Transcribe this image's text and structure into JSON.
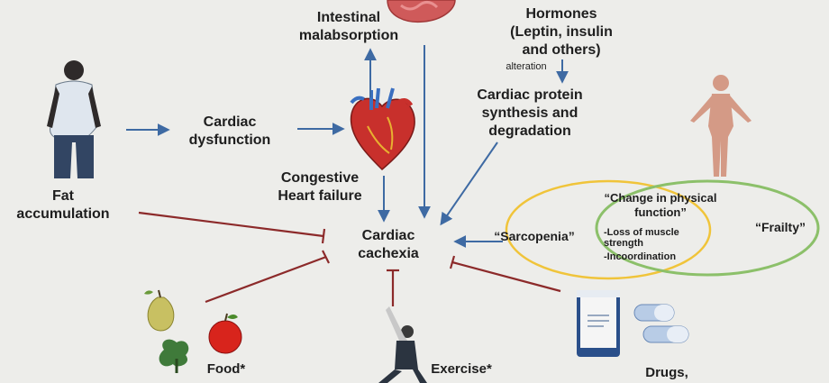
{
  "labels": {
    "intestinal": "Intestinal\nmalabsorption",
    "hormones": "Hormones\n(Leptin, insulin\nand others)",
    "alteration": "alteration",
    "cardiac_protein": "Cardiac protein\nsynthesis and\ndegradation",
    "cardiac_dysfunction": "Cardiac\ndysfunction",
    "congestive": "Congestive\nHeart failure",
    "fat": "Fat\naccumulation",
    "cachexia": "Cardiac\ncachexia",
    "sarcopenia": "“Sarcopenia”",
    "change_physical": "“Change in physical\nfunction”",
    "loss_muscle": "-Loss of muscle\nstrength",
    "incoordination": "-Incoordination",
    "frailty": "“Frailty”",
    "food": "Food*",
    "exercise": "Exercise*",
    "drugs": "Drugs,"
  },
  "colors": {
    "arrow_blue": "#3e6aa3",
    "inhibit_red": "#8c2a2a",
    "circle_yellow": "#f0c43a",
    "circle_green": "#8cc06a",
    "text": "#1e1e1e"
  },
  "icons": {
    "person_left": "person-silhouette-icon",
    "heart": "heart-icon",
    "intestine": "intestine-icon",
    "person_right": "human-body-icon",
    "food": "food-icon",
    "exercise": "exercise-person-icon",
    "drugs": "drugs-icon"
  }
}
